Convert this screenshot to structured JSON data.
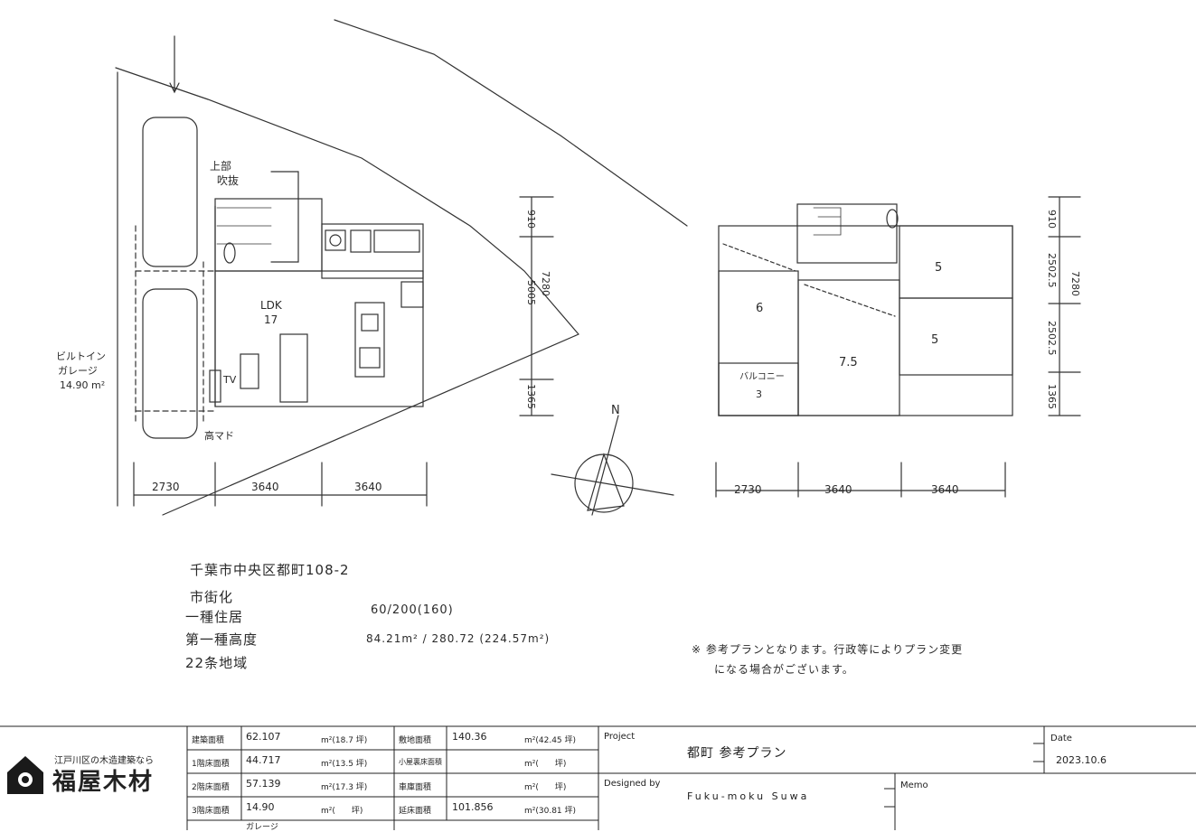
{
  "plan1": {
    "upper_void": [
      "上部",
      "吹抜"
    ],
    "ldk": [
      "LDK",
      "17"
    ],
    "tv": "TV",
    "shelf": "高マド",
    "garage": [
      "ビルトイン",
      "ガレージ",
      "14.90 m²"
    ],
    "dim_bottom": [
      "2730",
      "3640",
      "3640"
    ],
    "dim_right": [
      "910",
      "5005",
      "7280",
      "1365"
    ]
  },
  "plan2": {
    "room_6": "6",
    "room_75": "7.5",
    "room_5a": "5",
    "room_5b": "5",
    "balcony": [
      "バルコニー",
      "3"
    ],
    "dim_bottom": [
      "2730",
      "3640",
      "3640"
    ],
    "dim_right": [
      "910",
      "2502.5",
      "2502.5",
      "7280",
      "1365"
    ]
  },
  "north_label": "N",
  "site_info": {
    "address": "千葉市中央区都町108-2",
    "zoning_1": "市街化",
    "zoning_2": "一種住居",
    "zoning_3": "第一種高度",
    "zoning_4": "22条地域",
    "ratio": "60/200(160)",
    "areas": "84.21m² / 280.72 (224.57m²)"
  },
  "remark": [
    "※ 参考プランとなります。行政等によりプラン変更",
    "になる場合がございます。"
  ],
  "title_block": {
    "company_tag": "江戸川区の木造建築なら",
    "company_name": "福屋木材",
    "building_area_label": "建築面積",
    "building_area_value": "62.107",
    "building_area_tsubo": "m²(18.7 坪)",
    "floor1_label": "1階床面積",
    "floor1_value": "44.717",
    "floor1_tsubo": "m²(13.5 坪)",
    "floor2_label": "2階床面積",
    "floor2_value": "57.139",
    "floor2_tsubo": "m²(17.3 坪)",
    "floor3_label": "3階床面積",
    "floor3_value": "14.90",
    "floor3_tsubo": "m²(　　坪)",
    "floor3_note": "ガレージ",
    "site_area_label": "敷地面積",
    "site_area_value": "140.36",
    "site_area_tsubo": "m²(42.45 坪)",
    "loft_label": "小屋裏床面積",
    "loft_tsubo": "m²(　　坪)",
    "garage_label": "車庫面積",
    "garage_tsubo": "m²(　　坪)",
    "total_label": "延床面積",
    "total_value": "101.856",
    "total_tsubo": "m²(30.81 坪)",
    "project_label": "Project",
    "project_value": "都町 参考プラン",
    "designed_label": "Designed by",
    "designed_value": "Fuku-moku Suwa",
    "date_label": "Date",
    "date_value": "2023.10.6",
    "memo_label": "Memo"
  }
}
